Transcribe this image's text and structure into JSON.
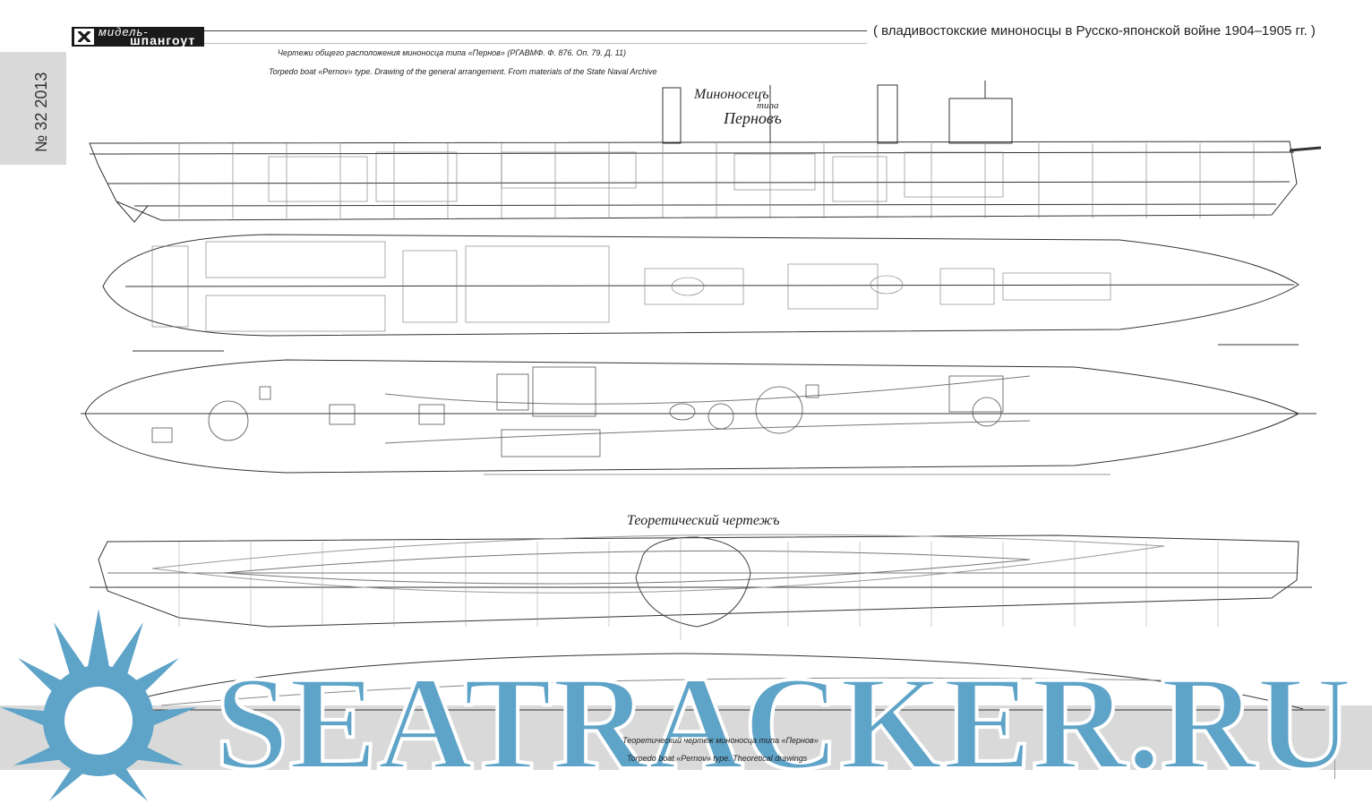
{
  "header": {
    "logo_top": "мидель-",
    "logo_bottom": "шпангоут",
    "section_title": "( владивостокские миноносцы в Русско-японской войне 1904–1905 гг. )",
    "issue": "№ 32 2013"
  },
  "captions": {
    "general_ru": "Чертежи общего расположения миноносца типа «Пернов» (РГАВМФ. Ф. 876. Оп. 79. Д. 11)",
    "general_en": "Torpedo boat «Pernov» type. Drawing of the general arrangement. From materials of the State Naval Archive",
    "theoretical_ru": "Теоретический чертеж миноносца типа «Пернов»",
    "theoretical_en": "Torpedo boat «Pernov» type. Theoretical drawings"
  },
  "drawing_labels": {
    "main_title_line1": "Миноносецъ",
    "main_title_line2": "типа",
    "main_title_line3": "Перновъ",
    "theory_heading": "Теоретический чертежъ"
  },
  "watermark": {
    "text": "SEATRACKER.RU",
    "color": "#5ea3c8"
  },
  "colors": {
    "logo_bg": "#1a1a1a",
    "side_tab": "#dadada",
    "line_art": "#333333",
    "watermark": "#5ea3c8"
  }
}
